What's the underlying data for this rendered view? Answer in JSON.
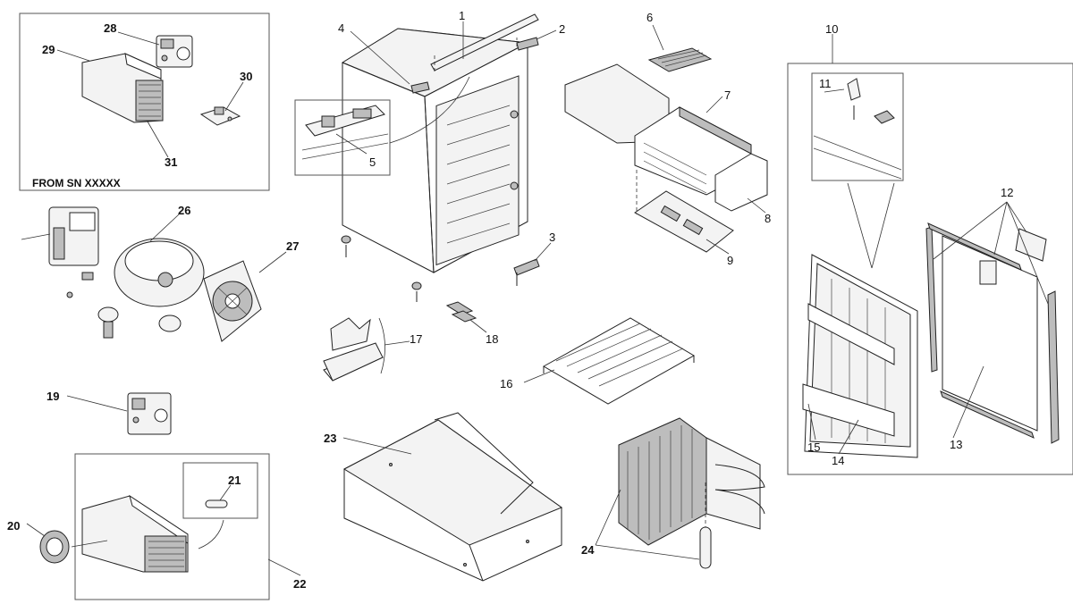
{
  "diagram": {
    "note": "FROM SN XXXXX",
    "callouts": {
      "c1": "1",
      "c2": "2",
      "c3": "3",
      "c4": "4",
      "c5": "5",
      "c6": "6",
      "c7": "7",
      "c8": "8",
      "c9": "9",
      "c10": "10",
      "c11": "11",
      "c12": "12",
      "c13": "13",
      "c14": "14",
      "c15": "15",
      "c16": "16",
      "c17": "17",
      "c18": "18",
      "c19": "19",
      "c20": "20",
      "c21": "21",
      "c22": "22",
      "c23": "23",
      "c24": "24",
      "c26": "26",
      "c27": "27",
      "c28": "28",
      "c29": "29",
      "c30": "30",
      "c31": "31"
    }
  }
}
